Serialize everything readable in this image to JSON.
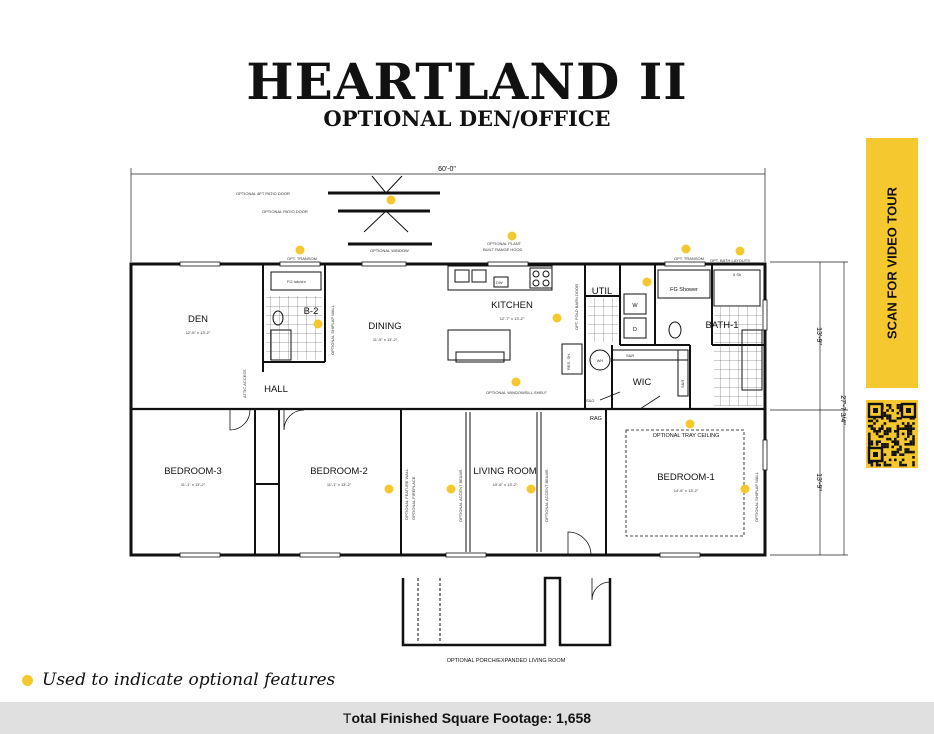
{
  "header": {
    "title": "HEARTLAND II",
    "subtitle": "OPTIONAL DEN/OFFICE"
  },
  "banner": {
    "label": "SCAN FOR VIDEO TOUR"
  },
  "plan": {
    "dimensions": {
      "width": "60'-0\"",
      "depth": "27'-7 3/4\"",
      "upper": "13'-9\"",
      "lower": "13'-9\""
    },
    "rooms": {
      "den": "DEN",
      "den_size": "12'-6\" x 13'-2\"",
      "b2": "B-2",
      "dining": "DINING",
      "dining_size": "11'-5\" x 13'-2\"",
      "kitchen": "KITCHEN",
      "kitchen_size": "12'-7\" x 13'-2\"",
      "util": "UTIL",
      "bath1": "BATH-1",
      "wic": "WIC",
      "hall": "HALL",
      "bedroom3": "BEDROOM-3",
      "bedroom3_size": "11'-1\" x 13'-2\"",
      "bedroom2": "BEDROOM-2",
      "bedroom2_size": "11'-1\" x 13'-2\"",
      "living": "LIVING ROOM",
      "living_size": "19'-6\" x 13'-2\"",
      "bedroom1": "BEDROOM-1",
      "bedroom1_size": "14'-6\" x 13'-2\""
    },
    "notes": {
      "patio_8ft": "OPTIONAL 8FT PATIO DOOR",
      "patio": "OPTIONAL PATIO DOOR",
      "opt_window": "OPTIONAL WINDOW",
      "plant_1": "OPTIONAL PLANT",
      "plant_2": "BUILT RANGE HOOD",
      "opt_transom": "OPT. TRANSOM",
      "opt_transom2": "OPT. TRANSOM",
      "bath_layouts": "OPT. BATH LAYOUTS",
      "fg_shower": "FG Shower",
      "fg_tub": "FG tub/shr",
      "shiplap_wall": "OPTIONAL SHIPLAP WALL",
      "barn_door": "OPT. FOLD BARN DOOR",
      "windowsill_shelf": "OPTIONAL WINDOWSILL SHELF",
      "tray_ceiling": "OPTIONAL TRAY CEILING",
      "feature_wall_1": "OPTIONAL FEATURE WALL",
      "feature_wall_2": "OPTIONAL FIREPLACE",
      "accent_beams": "OPTIONAL ACCENT BEAMS",
      "accent_beams2": "OPTIONAL ACCENT BEAMS",
      "shiplap_wall2": "OPTIONAL SHIPLAP WALL",
      "porch": "OPTIONAL PORCH/EXPANDED LIVING ROOM",
      "attic_access": "ATTIC ACCESS",
      "res_sh": "RES. SH.",
      "sr": "S&R",
      "sr2": "S&R",
      "rag": "RAG",
      "sh5": "5 Sh",
      "dw": "DW",
      "washer": "W",
      "dryer": "D",
      "wh": "WH",
      "sg": "S&G"
    }
  },
  "legend": {
    "text": "Used to indicate optional features",
    "color": "#f6c82f"
  },
  "footer": {
    "label_first": "T",
    "label_rest": "otal Finished Square Footage: ",
    "value": "1,658"
  }
}
